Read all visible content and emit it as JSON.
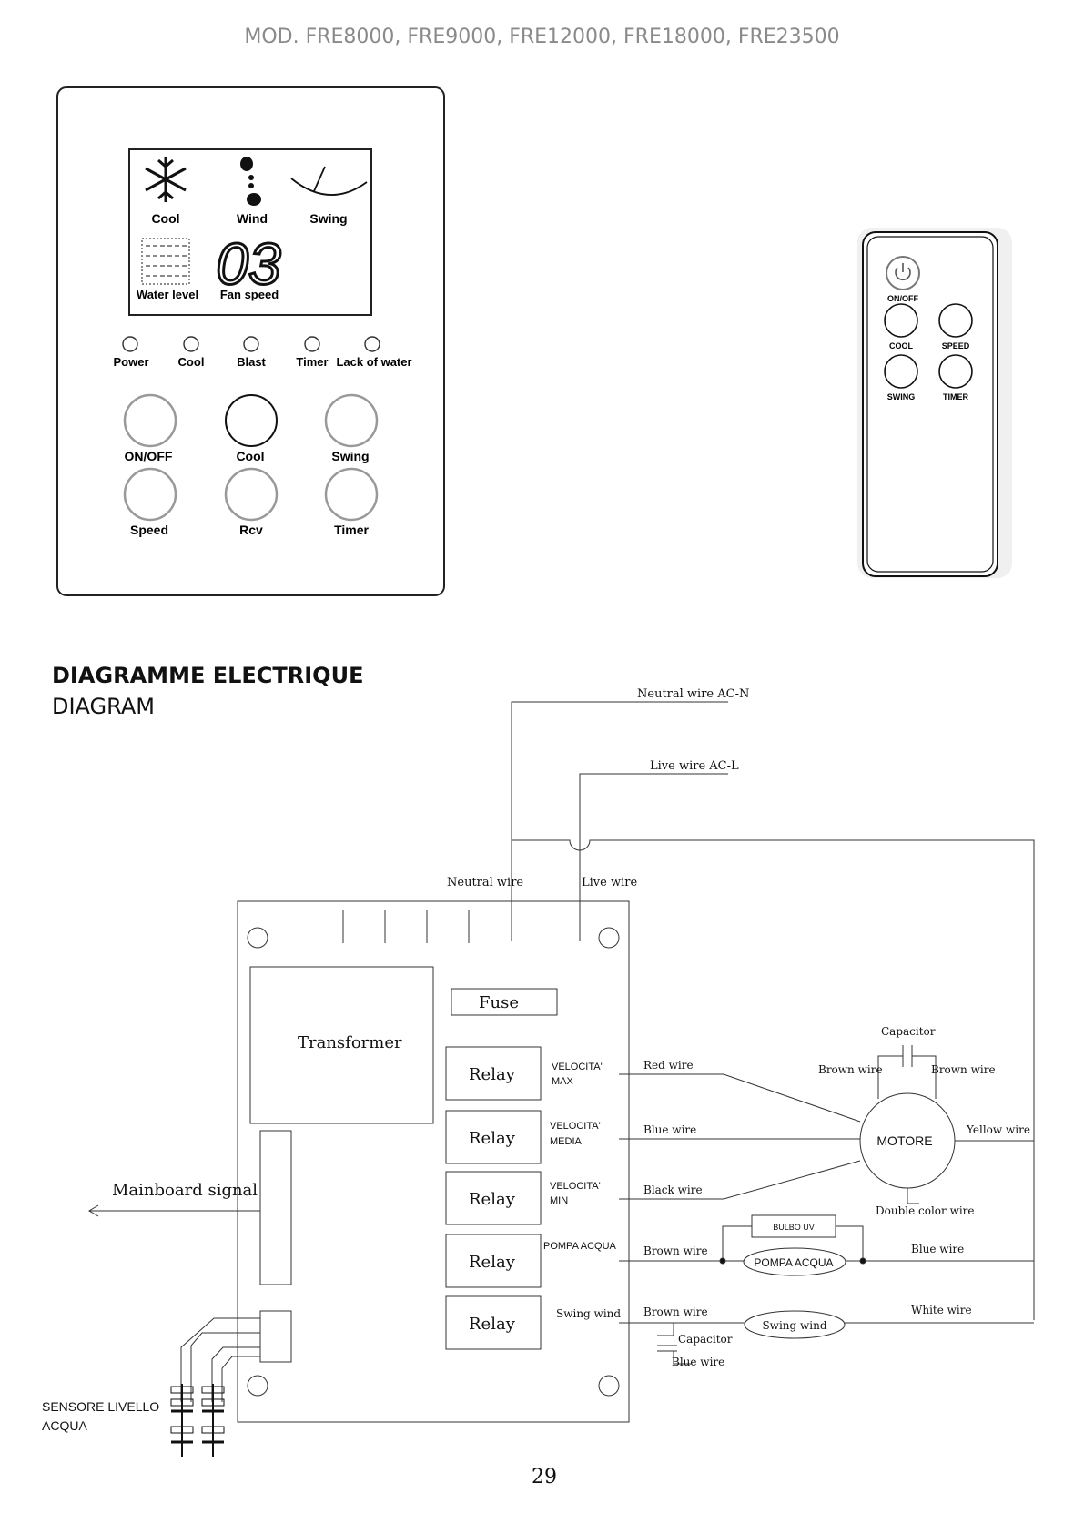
{
  "header": {
    "model": "MOD. FRE8000, FRE9000, FRE12000, FRE18000, FRE23500"
  },
  "control_panel": {
    "display": {
      "cool": "Cool",
      "wind": "Wind",
      "swing": "Swing",
      "digits": "03",
      "water_level": "Water level",
      "fan_speed": "Fan speed"
    },
    "leds": [
      "Power",
      "Cool",
      "Blast",
      "Timer",
      "Lack of water"
    ],
    "buttons": [
      "ON/OFF",
      "Cool",
      "Swing",
      "Speed",
      "Rcv",
      "Timer"
    ]
  },
  "remote": {
    "buttons": [
      "ON/OFF",
      "COOL",
      "SPEED",
      "SWING",
      "TIMER"
    ]
  },
  "section": {
    "title_fr": "DIAGRAMME ELECTRIQUE",
    "title_en": "DIAGRAM"
  },
  "wiring": {
    "neutral_ac": "Neutral wire AC-N",
    "live_ac": "Live wire AC-L",
    "neutral_wire": "Neutral wire",
    "live_wire": "Live wire",
    "fuse": "Fuse",
    "transformer": "Transformer",
    "relay": "Relay",
    "velocita_max_1": "VELOCITA'",
    "velocita_max_2": "MAX",
    "velocita_media_1": "VELOCITA'",
    "velocita_media_2": "MEDIA",
    "velocita_min_1": "VELOCITA'",
    "velocita_min_2": "MIN",
    "pompa_acqua_relay": "POMPA ACQUA",
    "swing_wind_relay": "Swing wind",
    "red_wire": "Red wire",
    "blue_wire_1": "Blue wire",
    "black_wire": "Black wire",
    "brown_wire_pump": "Brown wire",
    "brown_wire_swing": "Brown wire",
    "capacitor_swing": "Capacitor",
    "blue_wire_swing": "Blue wire",
    "capacitor_motor": "Capacitor",
    "brown_wire_left": "Brown wire",
    "brown_wire_right": "Brown wire",
    "motore": "MOTORE",
    "yellow_wire": "Yellow wire",
    "double_color_wire": "Double color wire",
    "bulbo_uv": "BULBO UV",
    "pompa_acqua": "POMPA ACQUA",
    "blue_wire_pump_right": "Blue wire",
    "swing_wind": "Swing wind",
    "white_wire": "White wire",
    "mainboard_signal": "Mainboard signal",
    "sensore_1": "SENSORE LIVELLO",
    "sensore_2": "ACQUA"
  },
  "page_number": "29"
}
